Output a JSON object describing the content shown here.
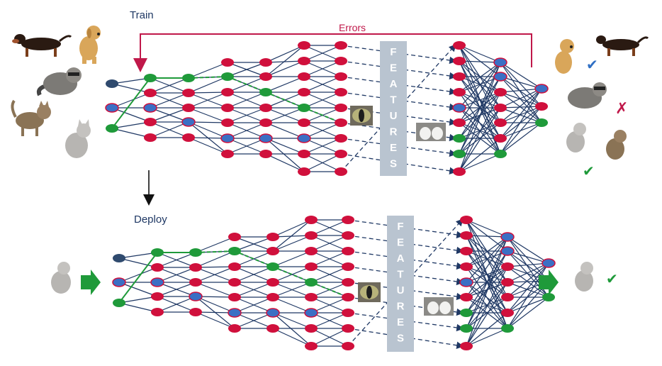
{
  "labels": {
    "train": "Train",
    "deploy": "Deploy",
    "errors": "Errors",
    "features": "FEATURES"
  },
  "marks": {
    "check": "✔",
    "cross": "✗"
  },
  "colors": {
    "node_red": "#d0103c",
    "node_green": "#1f9a3a",
    "node_blue": "#3b6fc4",
    "node_dark": "#2f4a6e",
    "edge": "#1f3864",
    "errors": "#c0184a",
    "features_bar": "#b9c4d0",
    "check_blue": "#2f6fc4",
    "check_green": "#1f9a3a",
    "cross_red": "#c0184a",
    "arrow_green": "#1f9a3a"
  },
  "images": {
    "train_inputs": [
      "dachshund",
      "labrador",
      "raccoon",
      "tabby-cat",
      "gray-cat"
    ],
    "train_outputs": [
      "labrador",
      "dachshund",
      "raccoon",
      "gray-cat",
      "tabby-cat"
    ],
    "deploy_input": "gray-cat",
    "deploy_output": "gray-cat",
    "feature_crops": [
      "cat-eye",
      "cat-paws"
    ]
  }
}
